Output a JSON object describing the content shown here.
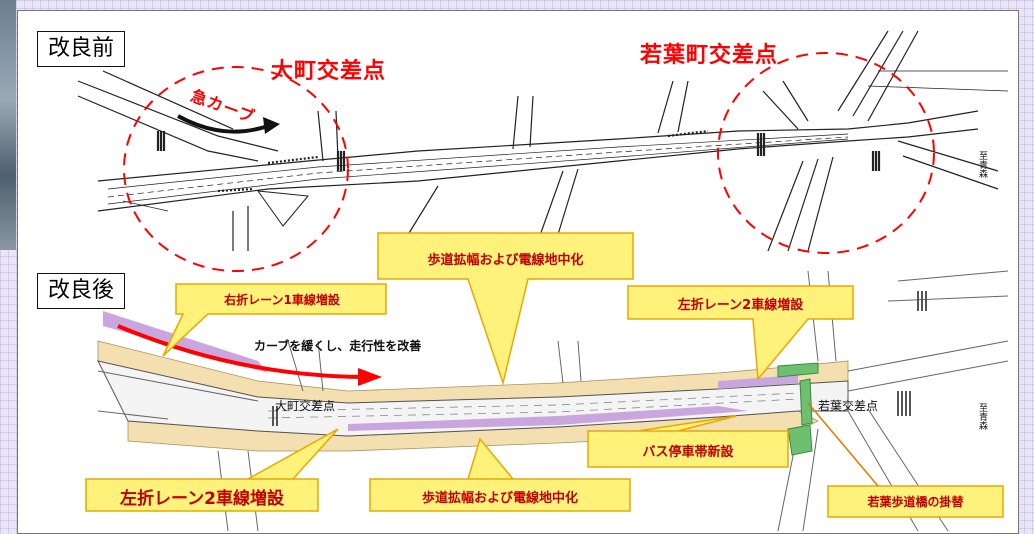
{
  "before": {
    "label": "改良前",
    "omachi_title": "大町交差点",
    "wakaba_title": "若葉町交差点",
    "sharp_curve": "急カーブ",
    "road_side_text": "至青森"
  },
  "after": {
    "label": "改良後",
    "omachi_label": "大町交差点",
    "wakaba_label": "若葉交差点",
    "curve_note": "カーブを緩くし、走行性を改善",
    "road_side_text": "至青森"
  },
  "callouts": {
    "right_turn": "右折レーン1車線増設",
    "sidewalk_top": "歩道拡幅および電線地中化",
    "left_turn_right": "左折レーン2車線増設",
    "left_turn_left": "左折レーン2車線増設",
    "sidewalk_bottom": "歩道拡幅および電線地中化",
    "bus_stop": "バス停車帯新設",
    "pedestrian_bridge": "若葉歩道橋の掛替"
  },
  "colors": {
    "accent_red": "#ff0000",
    "callout_fill": "#fff27a",
    "callout_stroke": "#e8a800",
    "callout_text": "#c00000",
    "sidewalk": "#f3dfb0",
    "lane_purple": "#c9a6de",
    "green_feature": "#6cc070"
  }
}
